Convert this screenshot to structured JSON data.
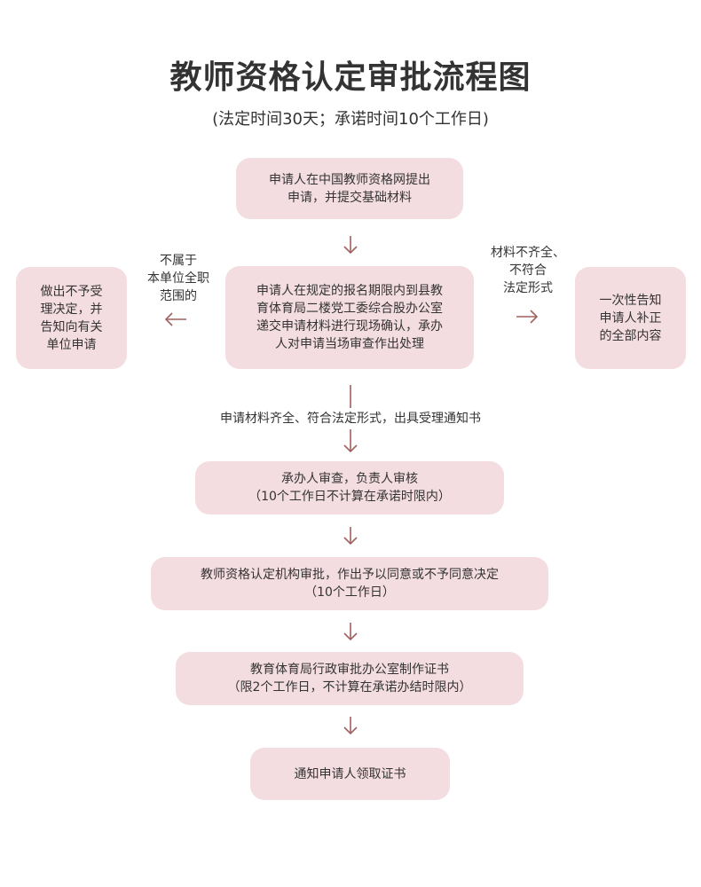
{
  "title": "教师资格认定审批流程图",
  "subtitle": "(法定时间30天；承诺时间10个工作日)",
  "colors": {
    "box_fill": "#f4dde0",
    "arrow": "#a0615f",
    "text": "#333333"
  },
  "steps": {
    "apply_online": "申请人在中国教师资格网提出\n申请，并提交基础材料",
    "onsite_confirm": "申请人在规定的报名期限内到县教\n育体育局二楼党工委综合股办公室\n递交申请材料进行现场确认，承办\n人对申请当场审查作出处理",
    "reject": "做出不予受\n理决定，并\n告知向有关\n单位申请",
    "notify_supplement": "一次性告知\n申请人补正\n的全部内容",
    "review": "承办人审查，负责人审核\n（10个工作日不计算在承诺时限内）",
    "decision": "教师资格认定机构审批，作出予以同意或不予同意决定\n（10个工作日）",
    "make_certificate": "教育体育局行政审批办公室制作证书\n（限2个工作日，不计算在承诺办结时限内）",
    "collect": "通知申请人领取证书"
  },
  "branch_labels": {
    "not_in_scope": "不属于\n本单位全职\n范围的",
    "incomplete": "材料不齐全、\n不符合\n法定形式",
    "accepted": "申请材料齐全、符合法定形式，出具受理通知书"
  }
}
